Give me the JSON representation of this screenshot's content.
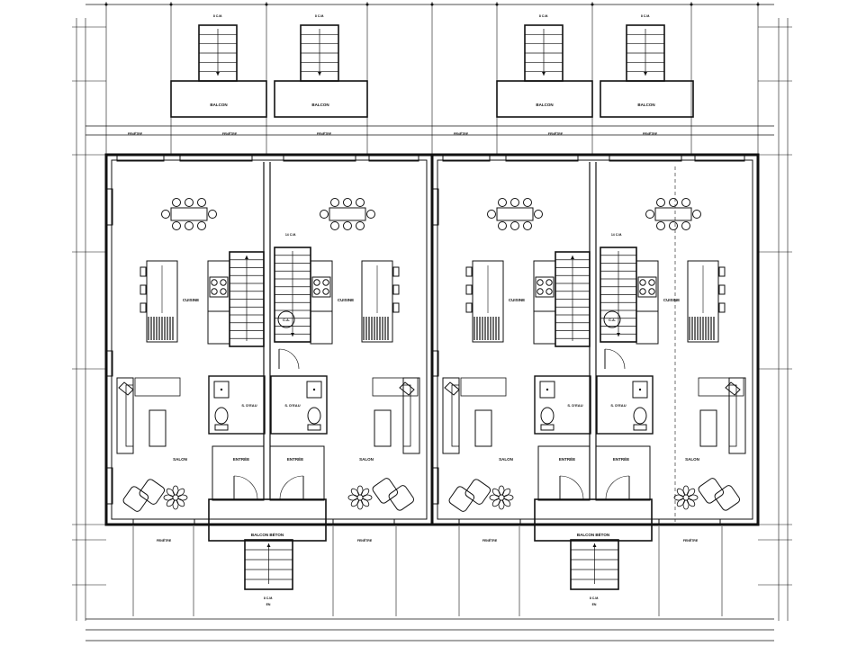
{
  "plan": {
    "rooms": {
      "balcony": "BALCON",
      "kitchen": "CUISINE",
      "living": "SALON",
      "entry": "ENTRÉE",
      "bathroom": "S. D'EAU",
      "concrete_balcony": "BALCON BÉTON",
      "water_heater": "C.A."
    },
    "stair_labels": {
      "exterior": "8 C.M.",
      "interior": "14 C.M.",
      "direction": "EN"
    },
    "window_label": "FENÊTRE",
    "colors": {
      "line": "#111111",
      "background": "#ffffff",
      "hatch": "#444444"
    }
  }
}
